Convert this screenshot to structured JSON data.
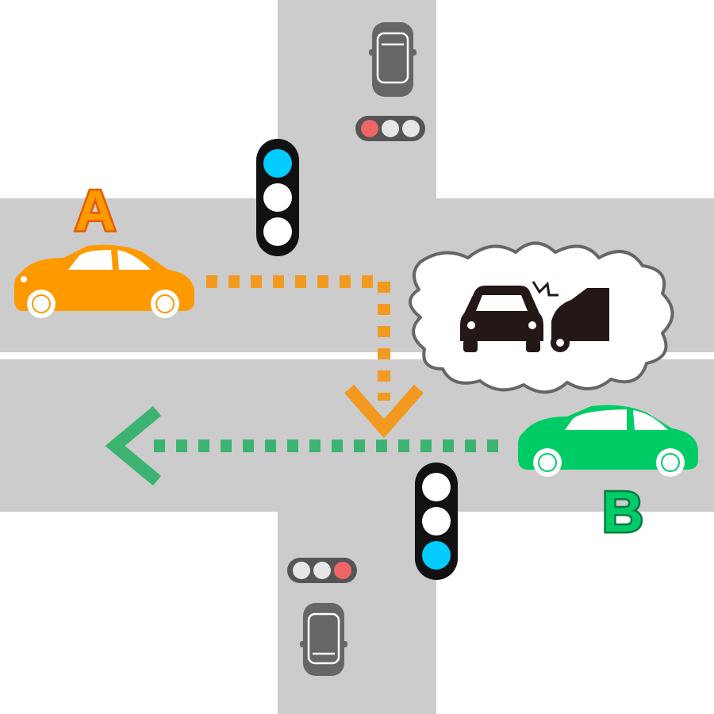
{
  "labels": {
    "car_a": "A",
    "car_b": "B"
  },
  "colors": {
    "road": "#cccccc",
    "car_a": "#ff9900",
    "car_b": "#00cc66",
    "path_a": "#f29a1f",
    "path_b": "#3cb371",
    "signal_go": "#00ccff",
    "signal_stop": "#ee6666",
    "parked_car": "#666666",
    "crash_icon": "#231815"
  },
  "signals": {
    "main_road_west": "go",
    "main_road_east": "go",
    "side_road_north": "stop",
    "side_road_south": "stop"
  }
}
